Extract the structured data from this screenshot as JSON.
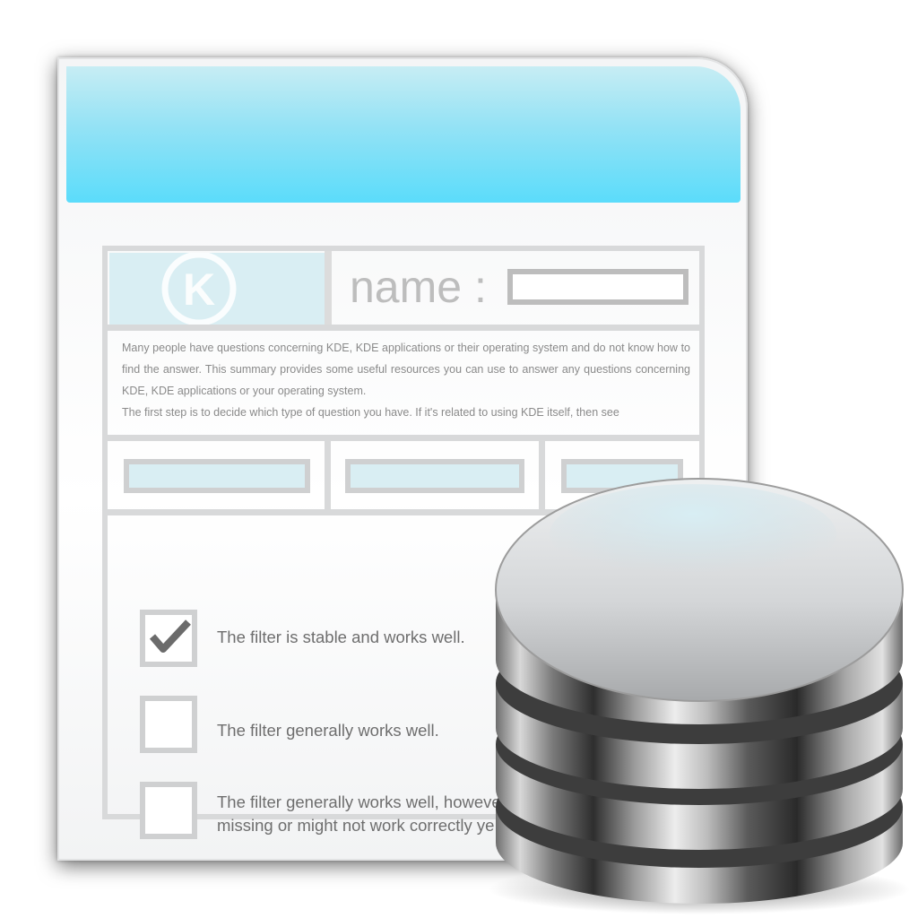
{
  "form": {
    "logo_letter": "K",
    "name_label": "name :",
    "name_value": "",
    "summary": [
      "Many people have questions concerning KDE, KDE applications or their operating system and do not know how to find the answer. This summary provides some useful resources you can use to answer any questions concerning KDE, KDE applications or your operating system.",
      "The first step is to decide which type of question you have. If it's related to using KDE itself, then see"
    ],
    "options": [
      {
        "label": "The filter is stable and works well.",
        "checked": true
      },
      {
        "label": "The filter generally works well.",
        "checked": false
      },
      {
        "label_line1": "The filter generally works well, howeve",
        "label_line2": "missing or might not work correctly ye",
        "checked": false
      }
    ]
  },
  "colors": {
    "header_top": "#c7edf4",
    "header_bottom": "#5bdcfb",
    "frame": "#d8d9da",
    "field_fill": "#d9eef3",
    "text": "#6e6e6e"
  },
  "icons": [
    "kde-logo-icon",
    "checkmark-icon",
    "database-icon"
  ]
}
